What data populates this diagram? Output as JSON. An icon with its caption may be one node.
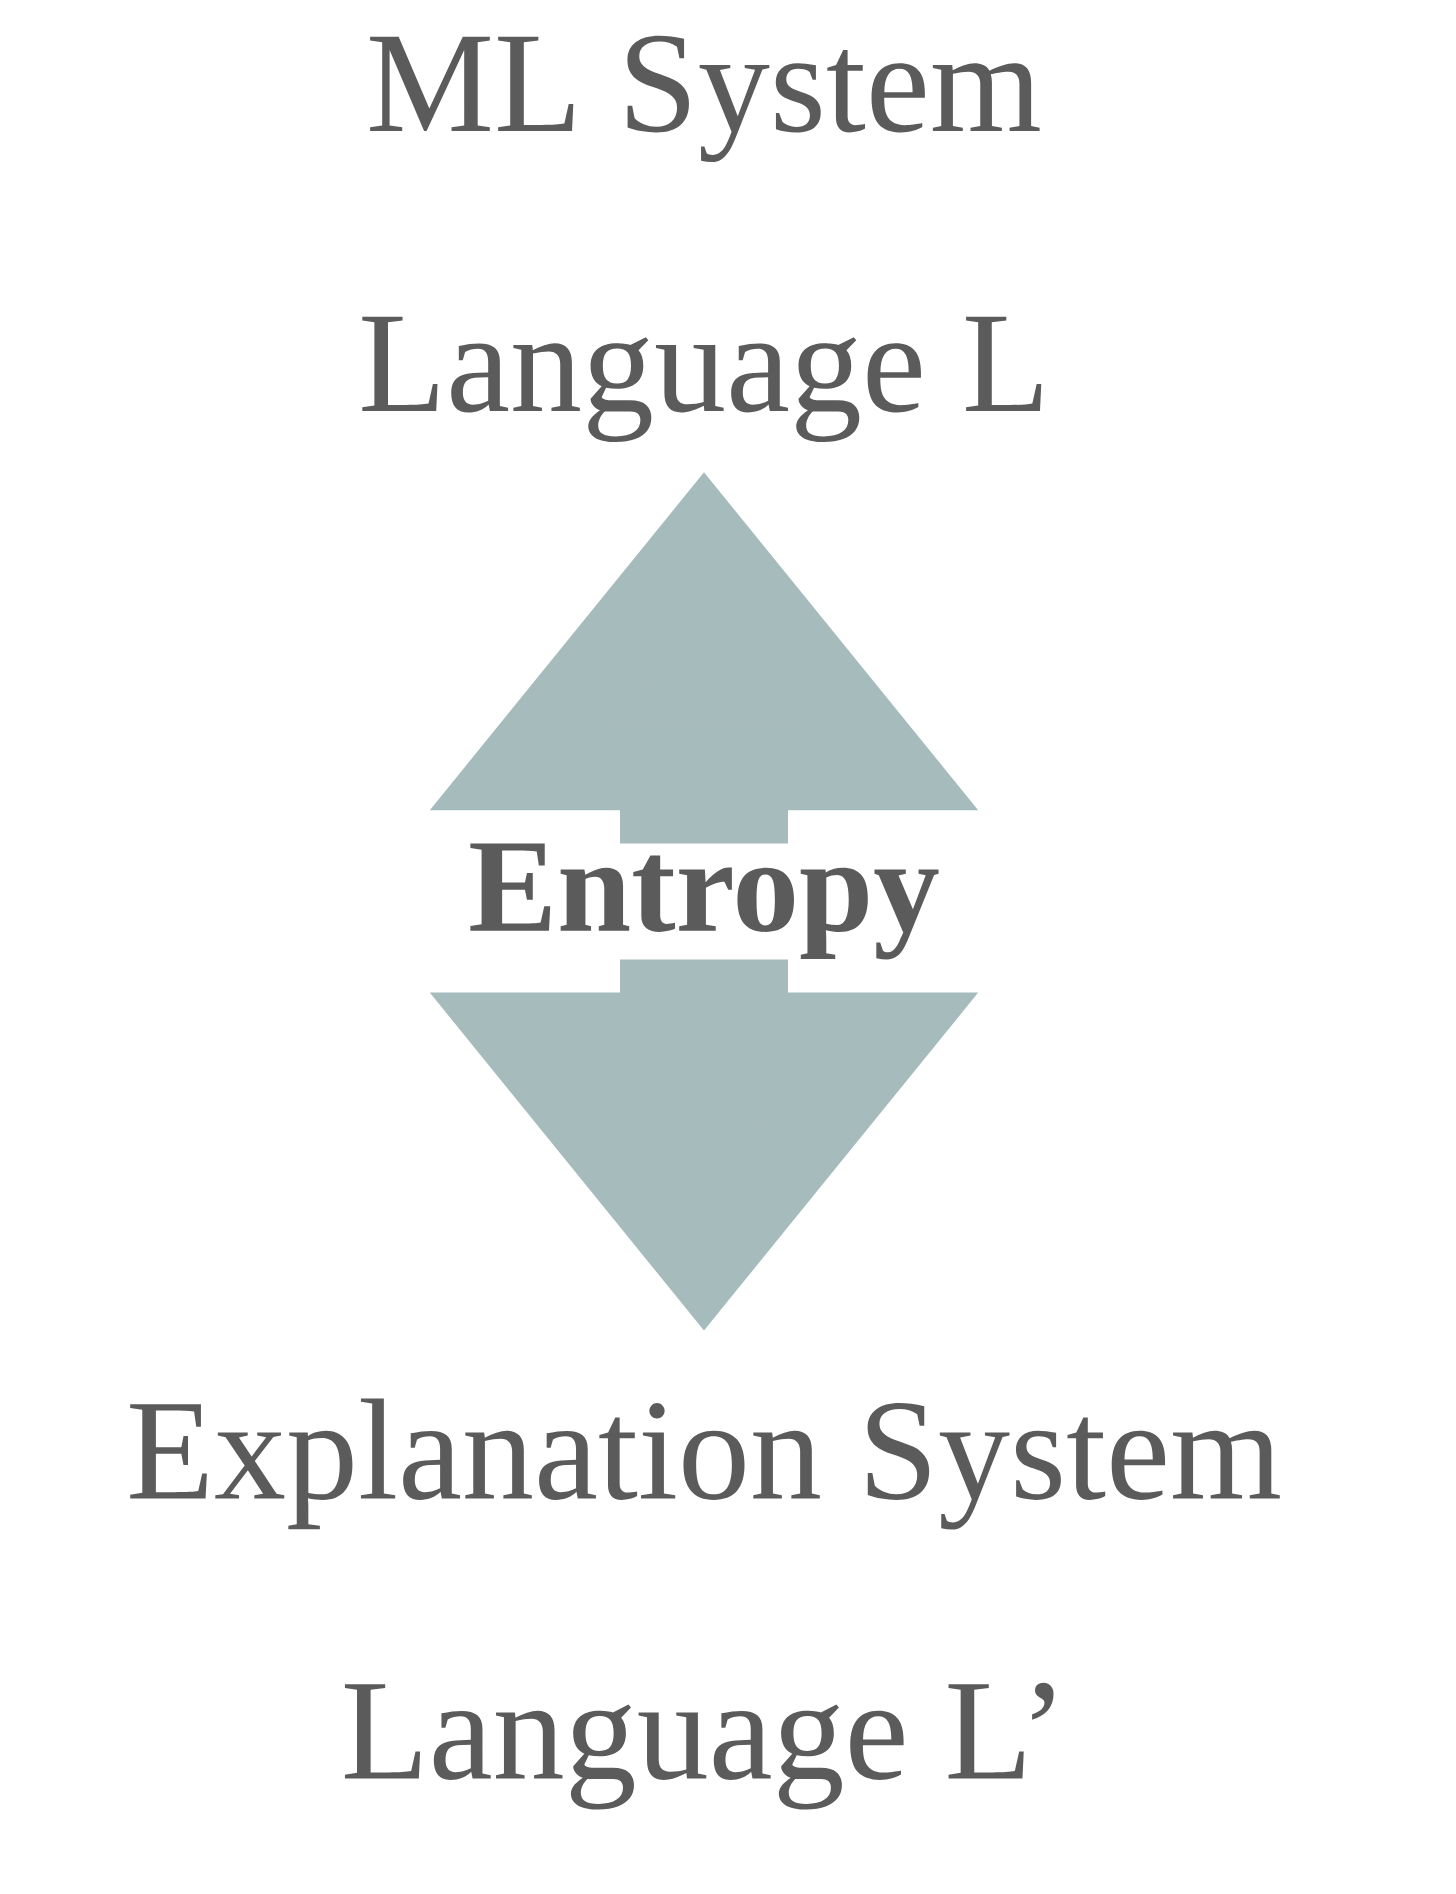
{
  "diagram": {
    "nodes": [
      {
        "text": [
          "ML System",
          "Language L"
        ]
      },
      {
        "text": [
          "Explanation System",
          "Language L’"
        ]
      }
    ],
    "edges": [
      {
        "from": 0,
        "to": 1,
        "arrow": "both",
        "label": "Entropy",
        "color": "#a6bbbc"
      }
    ]
  }
}
